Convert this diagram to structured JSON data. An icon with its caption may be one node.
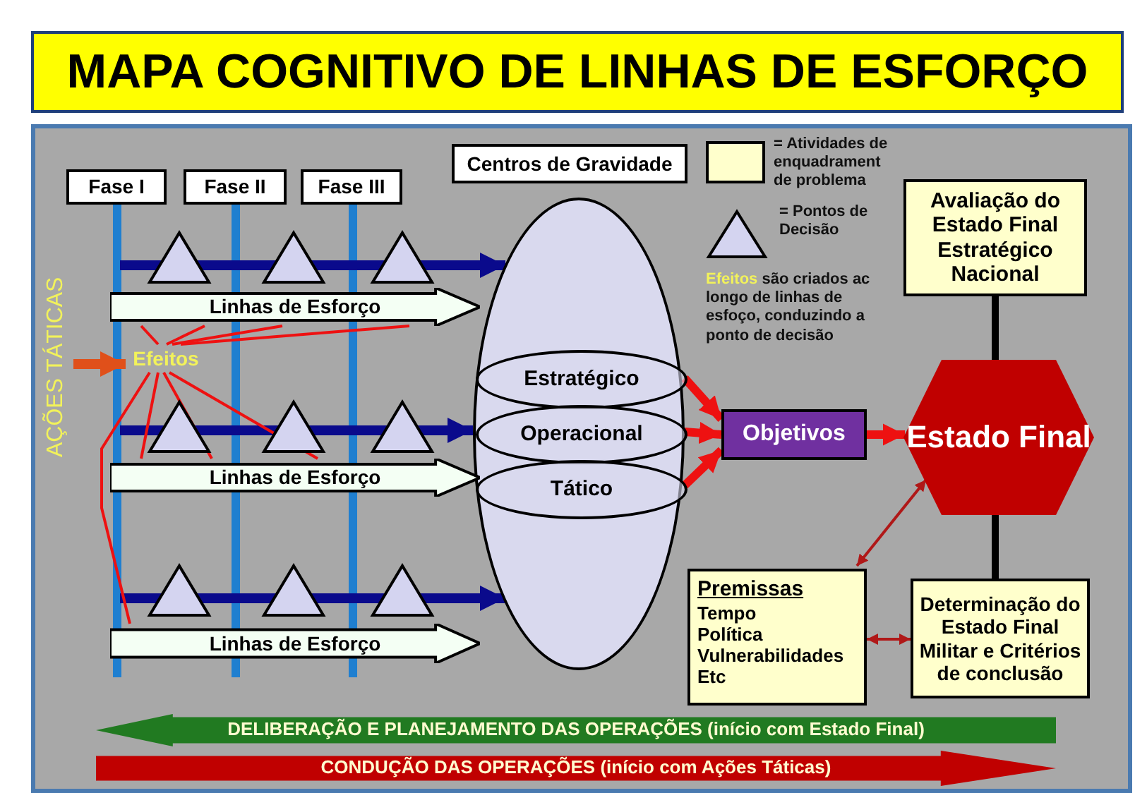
{
  "diagram": {
    "title": "MAPA COGNITIVO DE LINHAS DE ESFORÇO",
    "nodes": [
      {
        "text": [
          "Fase I"
        ]
      },
      {
        "text": [
          "Fase II"
        ]
      },
      {
        "text": [
          "Fase III"
        ]
      },
      {
        "text": [
          "Centros de Gravidade"
        ]
      },
      {
        "text": [],
        "shape": "ellipse"
      },
      {
        "text": [
          "Estratégico"
        ],
        "in": 4
      },
      {
        "text": [
          "Operacional"
        ],
        "in": 4
      },
      {
        "text": [
          "Tático"
        ],
        "in": 4
      },
      {
        "text": [
          "AÇÕES TÁTICAS"
        ]
      },
      {
        "text": [
          "Linhas de Esforço"
        ]
      },
      {
        "text": [
          "Efeitos"
        ]
      },
      {
        "text": [
          "Linhas de Esforço"
        ]
      },
      {
        "text": [
          "Linhas de Esforço"
        ]
      },
      {
        "text": [
          "Avaliação do Estado Final Estratégico Nacional"
        ]
      },
      {
        "text": [
          "Objetivos"
        ]
      },
      {
        "text": [
          "Estado Final"
        ]
      },
      {
        "text": [
          "Premissas",
          "Tempo",
          "Política",
          "Vulnerabilidades",
          "Etc"
        ]
      },
      {
        "text": [
          "Determinação do Estado Final Militar e Critérios de conclusão"
        ]
      },
      {
        "text": [
          "DELIBERAÇÃO E PLANEJAMENTO DAS OPERAÇÕES (início com Estado Final)"
        ]
      },
      {
        "text": [
          "CONDUÇÃO DAS OPERAÇÕES (início com Ações Táticas)"
        ]
      }
    ],
    "edges": [
      {
        "from": 0,
        "to": null,
        "arrow": "none",
        "color": "#1f7fd0"
      },
      {
        "from": 1,
        "to": null,
        "arrow": "none",
        "color": "#1f7fd0"
      },
      {
        "from": 2,
        "to": null,
        "arrow": "none",
        "color": "#1f7fd0"
      },
      {
        "from": null,
        "to": 4,
        "arrow": "to",
        "color": "#0a0a8c"
      },
      {
        "from": null,
        "to": 4,
        "arrow": "to",
        "color": "#0a0a8c"
      },
      {
        "from": null,
        "to": 4,
        "arrow": "to",
        "color": "#0a0a8c"
      },
      {
        "from": 8,
        "to": 10,
        "arrow": "to",
        "color": "#e0501a"
      },
      {
        "from": 10,
        "to": 9,
        "arrow": "none"
      },
      {
        "from": 10,
        "to": 9,
        "arrow": "none"
      },
      {
        "from": 10,
        "to": 9,
        "arrow": "none"
      },
      {
        "from": 10,
        "to": 9,
        "arrow": "none"
      },
      {
        "from": 10,
        "to": 11,
        "arrow": "none"
      },
      {
        "from": 10,
        "to": 11,
        "arrow": "none"
      },
      {
        "from": 10,
        "to": 11,
        "arrow": "none"
      },
      {
        "from": 10,
        "to": 12,
        "arrow": "none"
      },
      {
        "from": 5,
        "to": 14,
        "arrow": "to"
      },
      {
        "from": 6,
        "to": 14,
        "arrow": "to"
      },
      {
        "from": 7,
        "to": 14,
        "arrow": "to"
      },
      {
        "from": 14,
        "to": 15,
        "arrow": "to"
      },
      {
        "from": 13,
        "to": 15,
        "arrow": "none",
        "color": "#000000"
      },
      {
        "from": 15,
        "to": 17,
        "arrow": "none",
        "color": "#000000"
      },
      {
        "from": 15,
        "to": 16,
        "arrow": "both",
        "color": "#b01818"
      },
      {
        "from": 16,
        "to": 17,
        "arrow": "both",
        "color": "#b01818"
      }
    ],
    "labels": [
      "**Efeitos** são criados ac longo de linhas de esfoço, conduzindo a ponto de decisão"
    ],
    "legend": [
      {
        "text": "= Atividades de enquadrament de problema",
        "color": "#ffffcc"
      },
      {
        "text": "= Pontos de Decisão"
      }
    ]
  }
}
